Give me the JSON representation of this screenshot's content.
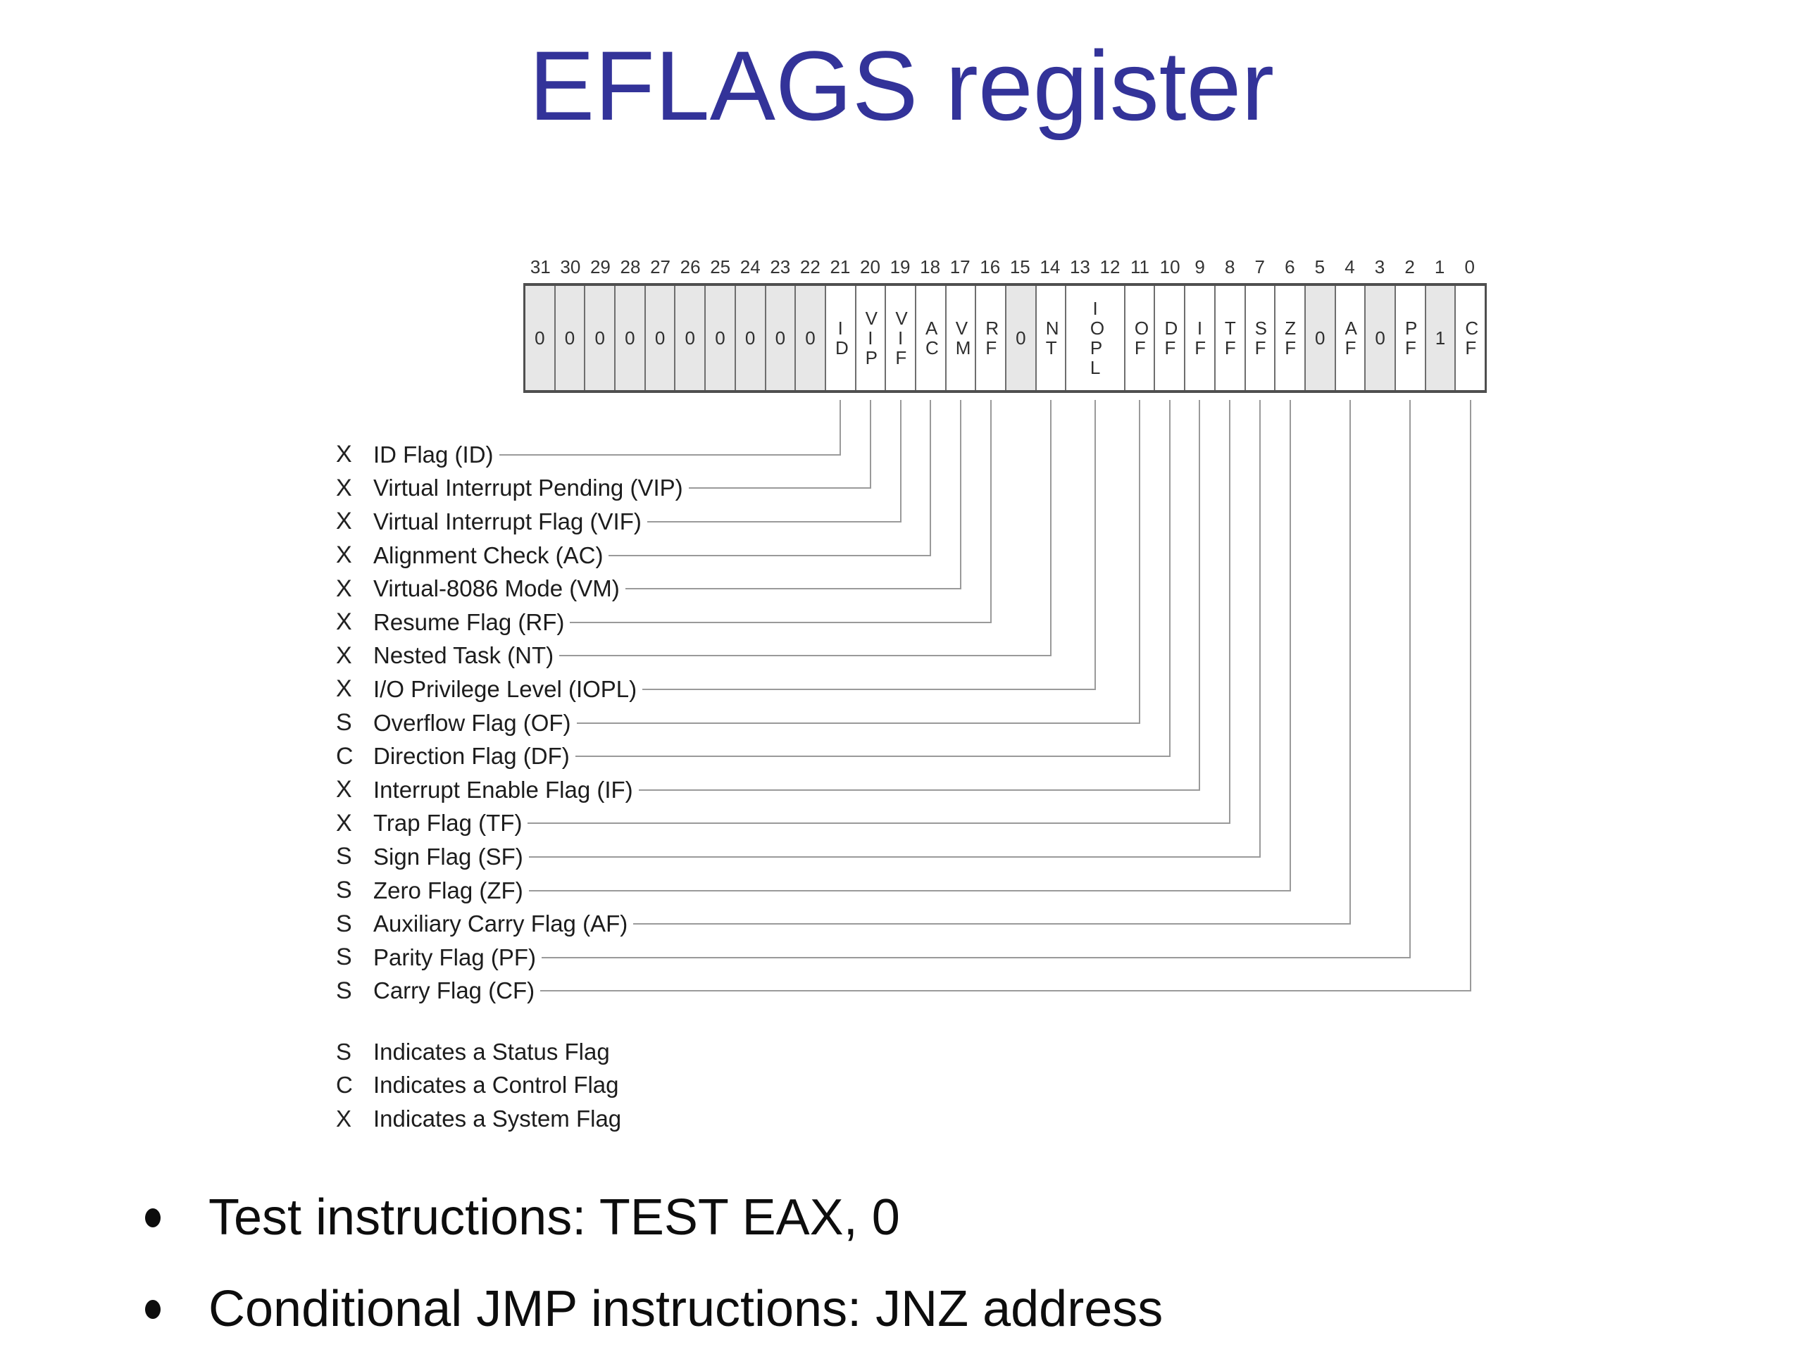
{
  "title": "EFLAGS register",
  "register": {
    "bit_numbers": [
      "31",
      "30",
      "29",
      "28",
      "27",
      "26",
      "25",
      "24",
      "23",
      "22",
      "21",
      "20",
      "19",
      "18",
      "17",
      "16",
      "15",
      "14",
      "13",
      "12",
      "11",
      "10",
      "9",
      "8",
      "7",
      "6",
      "5",
      "4",
      "3",
      "2",
      "1",
      "0"
    ],
    "cells": [
      {
        "bit": "31",
        "label": "0",
        "shaded": true,
        "span": 1
      },
      {
        "bit": "30",
        "label": "0",
        "shaded": true,
        "span": 1
      },
      {
        "bit": "29",
        "label": "0",
        "shaded": true,
        "span": 1
      },
      {
        "bit": "28",
        "label": "0",
        "shaded": true,
        "span": 1
      },
      {
        "bit": "27",
        "label": "0",
        "shaded": true,
        "span": 1
      },
      {
        "bit": "26",
        "label": "0",
        "shaded": true,
        "span": 1
      },
      {
        "bit": "25",
        "label": "0",
        "shaded": true,
        "span": 1
      },
      {
        "bit": "24",
        "label": "0",
        "shaded": true,
        "span": 1
      },
      {
        "bit": "23",
        "label": "0",
        "shaded": true,
        "span": 1
      },
      {
        "bit": "22",
        "label": "0",
        "shaded": true,
        "span": 1
      },
      {
        "bit": "21",
        "label": "ID",
        "shaded": false,
        "span": 1
      },
      {
        "bit": "20",
        "label": "VIP",
        "shaded": false,
        "span": 1
      },
      {
        "bit": "19",
        "label": "VIF",
        "shaded": false,
        "span": 1
      },
      {
        "bit": "18",
        "label": "AC",
        "shaded": false,
        "span": 1
      },
      {
        "bit": "17",
        "label": "VM",
        "shaded": false,
        "span": 1
      },
      {
        "bit": "16",
        "label": "RF",
        "shaded": false,
        "span": 1
      },
      {
        "bit": "15",
        "label": "0",
        "shaded": true,
        "span": 1
      },
      {
        "bit": "14",
        "label": "NT",
        "shaded": false,
        "span": 1
      },
      {
        "bit": "13 12",
        "label": "IOPL",
        "shaded": false,
        "span": 2
      },
      {
        "bit": "11",
        "label": "OF",
        "shaded": false,
        "span": 1
      },
      {
        "bit": "10",
        "label": "DF",
        "shaded": false,
        "span": 1
      },
      {
        "bit": "9",
        "label": "IF",
        "shaded": false,
        "span": 1
      },
      {
        "bit": "8",
        "label": "TF",
        "shaded": false,
        "span": 1
      },
      {
        "bit": "7",
        "label": "SF",
        "shaded": false,
        "span": 1
      },
      {
        "bit": "6",
        "label": "ZF",
        "shaded": false,
        "span": 1
      },
      {
        "bit": "5",
        "label": "0",
        "shaded": true,
        "span": 1
      },
      {
        "bit": "4",
        "label": "AF",
        "shaded": false,
        "span": 1
      },
      {
        "bit": "3",
        "label": "0",
        "shaded": true,
        "span": 1
      },
      {
        "bit": "2",
        "label": "PF",
        "shaded": false,
        "span": 1
      },
      {
        "bit": "1",
        "label": "1",
        "shaded": true,
        "span": 1
      },
      {
        "bit": "0",
        "label": "CF",
        "shaded": false,
        "span": 1
      }
    ]
  },
  "flags": [
    {
      "type": "X",
      "name": "ID Flag (ID)",
      "bit": "21"
    },
    {
      "type": "X",
      "name": "Virtual Interrupt Pending (VIP)",
      "bit": "20"
    },
    {
      "type": "X",
      "name": "Virtual Interrupt Flag (VIF)",
      "bit": "19"
    },
    {
      "type": "X",
      "name": "Alignment Check (AC)",
      "bit": "18"
    },
    {
      "type": "X",
      "name": "Virtual-8086 Mode (VM)",
      "bit": "17"
    },
    {
      "type": "X",
      "name": "Resume Flag (RF)",
      "bit": "16"
    },
    {
      "type": "X",
      "name": "Nested Task (NT)",
      "bit": "14"
    },
    {
      "type": "X",
      "name": "I/O Privilege Level (IOPL)",
      "bit": "13 12"
    },
    {
      "type": "S",
      "name": "Overflow Flag (OF)",
      "bit": "11"
    },
    {
      "type": "C",
      "name": "Direction Flag (DF)",
      "bit": "10"
    },
    {
      "type": "X",
      "name": "Interrupt Enable Flag (IF)",
      "bit": "9"
    },
    {
      "type": "X",
      "name": "Trap Flag (TF)",
      "bit": "8"
    },
    {
      "type": "S",
      "name": "Sign Flag (SF)",
      "bit": "7"
    },
    {
      "type": "S",
      "name": "Zero Flag (ZF)",
      "bit": "6"
    },
    {
      "type": "S",
      "name": "Auxiliary Carry Flag (AF)",
      "bit": "4"
    },
    {
      "type": "S",
      "name": "Parity Flag (PF)",
      "bit": "2"
    },
    {
      "type": "S",
      "name": "Carry Flag (CF)",
      "bit": "0"
    }
  ],
  "legend": [
    {
      "type": "S",
      "text": "Indicates a Status Flag"
    },
    {
      "type": "C",
      "text": "Indicates a Control Flag"
    },
    {
      "type": "X",
      "text": "Indicates a System Flag"
    }
  ],
  "bullets": [
    "Test instructions: TEST EAX, 0",
    "Conditional JMP instructions: JNZ address"
  ],
  "colors": {
    "title": "#333399",
    "connector_line": "#9a9a9a",
    "cell_shaded": "#e7e7e7",
    "box_border": "#4f4f4f",
    "text": "#1c1c1c"
  }
}
